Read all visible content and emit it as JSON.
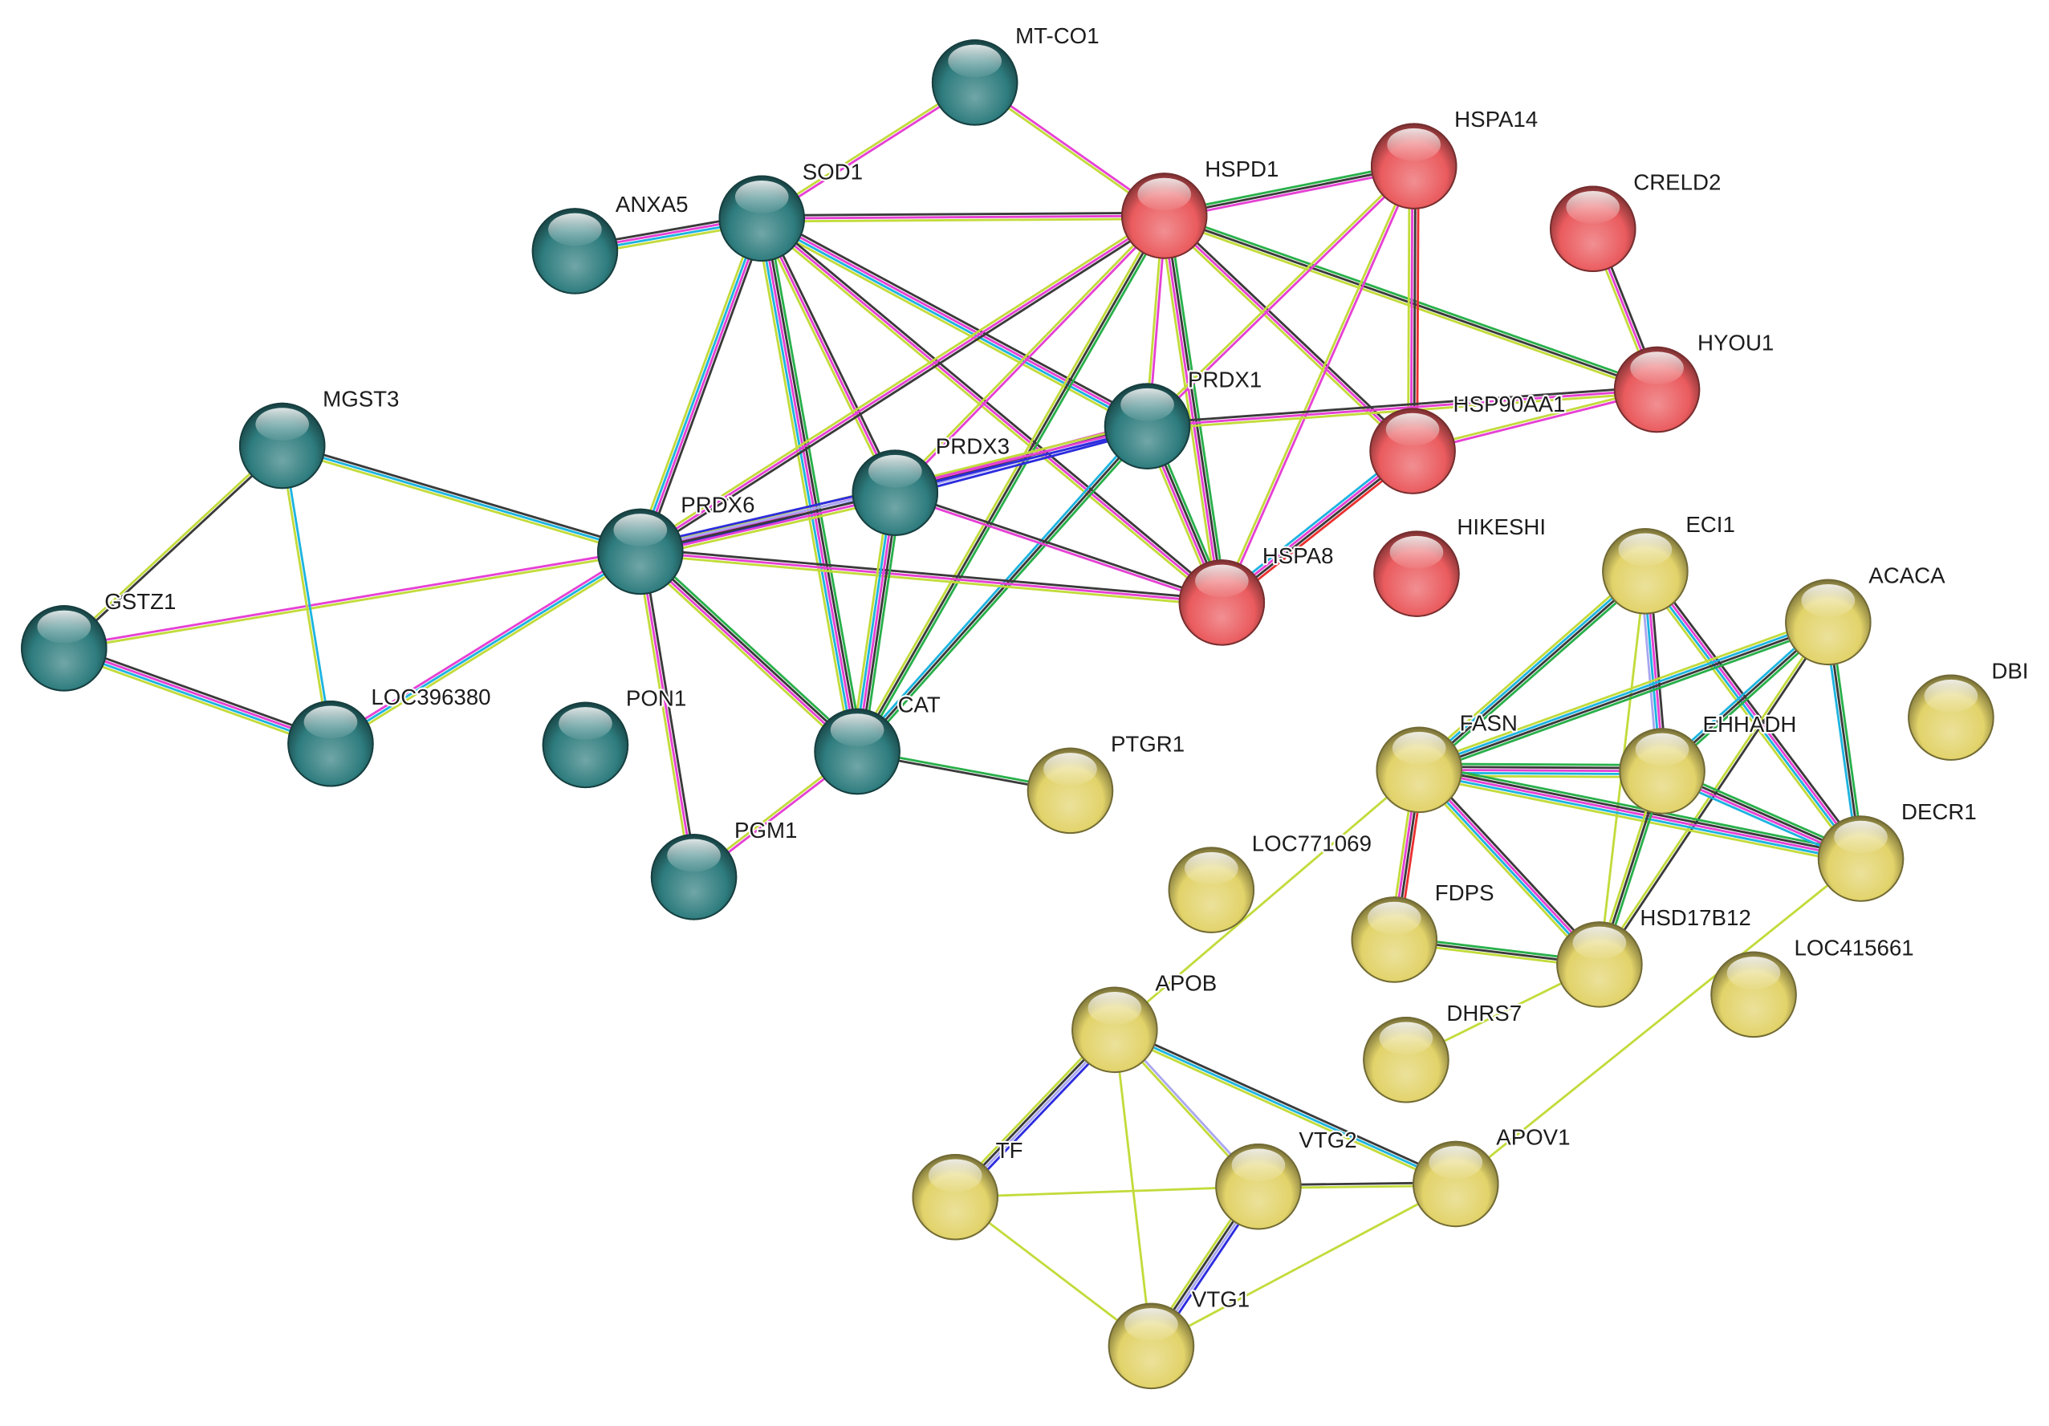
{
  "nodes": [
    {
      "label": "MT-CO1",
      "color": "#2e7c7e"
    },
    {
      "label": "SOD1",
      "color": "#2e7c7e"
    },
    {
      "label": "ANXA5",
      "color": "#2e7c7e"
    },
    {
      "label": "MGST3",
      "color": "#2e7c7e"
    },
    {
      "label": "PRDX6",
      "color": "#2e7c7e"
    },
    {
      "label": "PRDX3",
      "color": "#2e7c7e"
    },
    {
      "label": "PRDX1",
      "color": "#2e7c7e"
    },
    {
      "label": "GSTZ1",
      "color": "#2e7c7e"
    },
    {
      "label": "LOC396380",
      "color": "#2e7c7e"
    },
    {
      "label": "PON1",
      "color": "#2e7c7e"
    },
    {
      "label": "CAT",
      "color": "#2e7c7e"
    },
    {
      "label": "PGM1",
      "color": "#2e7c7e"
    },
    {
      "label": "HSPD1",
      "color": "#ea5b5e"
    },
    {
      "label": "HSPA14",
      "color": "#ea5b5e"
    },
    {
      "label": "CRELD2",
      "color": "#ea5b5e"
    },
    {
      "label": "HYOU1",
      "color": "#ea5b5e"
    },
    {
      "label": "HSP90AA1",
      "color": "#ea5b5e"
    },
    {
      "label": "HIKESHI",
      "color": "#ea5b5e"
    },
    {
      "label": "HSPA8",
      "color": "#ea5b5e"
    },
    {
      "label": "ECI1",
      "color": "#e2d36a"
    },
    {
      "label": "ACACA",
      "color": "#e2d36a"
    },
    {
      "label": "DBI",
      "color": "#e2d36a"
    },
    {
      "label": "FASN",
      "color": "#e2d36a"
    },
    {
      "label": "EHHADH",
      "color": "#e2d36a"
    },
    {
      "label": "DECR1",
      "color": "#e2d36a"
    },
    {
      "label": "LOC771069",
      "color": "#e2d36a"
    },
    {
      "label": "FDPS",
      "color": "#e2d36a"
    },
    {
      "label": "HSD17B12",
      "color": "#e2d36a"
    },
    {
      "label": "LOC415661",
      "color": "#e2d36a"
    },
    {
      "label": "APOB",
      "color": "#e2d36a"
    },
    {
      "label": "DHRS7",
      "color": "#e2d36a"
    },
    {
      "label": "TF",
      "color": "#e2d36a"
    },
    {
      "label": "VTG2",
      "color": "#e2d36a"
    },
    {
      "label": "APOV1",
      "color": "#e2d36a"
    },
    {
      "label": "PTGR1",
      "color": "#e2d36a"
    },
    {
      "label": "VTG1",
      "color": "#e2d36a"
    }
  ],
  "edges": [
    {
      "from": "MT-CO1",
      "to": "SOD1",
      "colors": [
        "#e640d4",
        "#c3db3b"
      ]
    },
    {
      "from": "MT-CO1",
      "to": "HSPD1",
      "colors": [
        "#e640d4",
        "#c3db3b"
      ]
    },
    {
      "from": "ANXA5",
      "to": "SOD1",
      "colors": [
        "#3a3a3a",
        "#e640d4",
        "#1db4e0",
        "#c3db3b"
      ]
    },
    {
      "from": "SOD1",
      "to": "HSPD1",
      "colors": [
        "#3a3a3a",
        "#e640d4",
        "#c3db3b"
      ]
    },
    {
      "from": "SOD1",
      "to": "PRDX6",
      "colors": [
        "#3a3a3a",
        "#e640d4",
        "#1db4e0",
        "#c3db3b"
      ]
    },
    {
      "from": "SOD1",
      "to": "PRDX3",
      "colors": [
        "#3a3a3a",
        "#e640d4",
        "#c3db3b"
      ]
    },
    {
      "from": "SOD1",
      "to": "CAT",
      "colors": [
        "#28b04a",
        "#3a3a3a",
        "#e640d4",
        "#1db4e0",
        "#c3db3b"
      ]
    },
    {
      "from": "SOD1",
      "to": "PRDX1",
      "colors": [
        "#3a3a3a",
        "#e640d4",
        "#1db4e0",
        "#c3db3b"
      ]
    },
    {
      "from": "SOD1",
      "to": "HSPA8",
      "colors": [
        "#3a3a3a",
        "#e640d4",
        "#c3db3b"
      ]
    },
    {
      "from": "HSPD1",
      "to": "HSPA14",
      "colors": [
        "#28b04a",
        "#3a3a3a",
        "#e640d4"
      ]
    },
    {
      "from": "HSPD1",
      "to": "HSP90AA1",
      "colors": [
        "#3a3a3a",
        "#e640d4",
        "#c3db3b"
      ]
    },
    {
      "from": "HSPD1",
      "to": "HYOU1",
      "colors": [
        "#28b04a",
        "#3a3a3a",
        "#c3db3b"
      ]
    },
    {
      "from": "HSPD1",
      "to": "PRDX1",
      "colors": [
        "#e640d4",
        "#c3db3b"
      ]
    },
    {
      "from": "HSPD1",
      "to": "HSPA8",
      "colors": [
        "#28b04a",
        "#3a3a3a",
        "#e640d4",
        "#c3db3b"
      ]
    },
    {
      "from": "HSPD1",
      "to": "PRDX6",
      "colors": [
        "#3a3a3a",
        "#e640d4",
        "#c3db3b"
      ]
    },
    {
      "from": "HSPD1",
      "to": "PRDX3",
      "colors": [
        "#e640d4",
        "#c3db3b"
      ]
    },
    {
      "from": "HSPD1",
      "to": "CAT",
      "colors": [
        "#28b04a",
        "#3a3a3a",
        "#c3db3b"
      ]
    },
    {
      "from": "HSPA14",
      "to": "HSP90AA1",
      "colors": [
        "#ea2f2f",
        "#3a3a3a",
        "#e640d4",
        "#c3db3b"
      ]
    },
    {
      "from": "HSPA14",
      "to": "PRDX1",
      "colors": [
        "#e640d4",
        "#c3db3b"
      ]
    },
    {
      "from": "HSPA14",
      "to": "HSPA8",
      "colors": [
        "#e640d4",
        "#c3db3b"
      ]
    },
    {
      "from": "CRELD2",
      "to": "HYOU1",
      "colors": [
        "#3a3a3a",
        "#e640d4",
        "#c3db3b"
      ]
    },
    {
      "from": "HYOU1",
      "to": "HSP90AA1",
      "colors": [
        "#e640d4",
        "#c3db3b"
      ]
    },
    {
      "from": "PRDX1",
      "to": "HYOU1",
      "colors": [
        "#3a3a3a",
        "#e640d4",
        "#c3db3b"
      ]
    },
    {
      "from": "HSP90AA1",
      "to": "HSPA8",
      "colors": [
        "#ea2f2f",
        "#3a3a3a",
        "#e640d4",
        "#1db4e0"
      ]
    },
    {
      "from": "PRDX1",
      "to": "PRDX3",
      "colors": [
        "#2c2cde",
        "#a9a7ef",
        "#3a3a3a",
        "#e640d4"
      ]
    },
    {
      "from": "PRDX1",
      "to": "PRDX6",
      "colors": [
        "#2c2cde",
        "#e640d4",
        "#c3db3b"
      ]
    },
    {
      "from": "PRDX1",
      "to": "CAT",
      "colors": [
        "#28b04a",
        "#3a3a3a",
        "#1db4e0"
      ]
    },
    {
      "from": "PRDX1",
      "to": "HSPA8",
      "colors": [
        "#28b04a",
        "#3a3a3a",
        "#e640d4",
        "#c3db3b"
      ]
    },
    {
      "from": "MGST3",
      "to": "PRDX6",
      "colors": [
        "#3a3a3a",
        "#1db4e0",
        "#c3db3b"
      ]
    },
    {
      "from": "GSTZ1",
      "to": "PRDX6",
      "colors": [
        "#e640d4",
        "#c3db3b"
      ]
    },
    {
      "from": "LOC396380",
      "to": "PRDX6",
      "colors": [
        "#e640d4",
        "#1db4e0",
        "#c3db3b"
      ]
    },
    {
      "from": "PRDX6",
      "to": "PRDX3",
      "colors": [
        "#2c2cde",
        "#a9a7ef",
        "#3a3a3a",
        "#e640d4",
        "#c3db3b"
      ]
    },
    {
      "from": "PRDX6",
      "to": "CAT",
      "colors": [
        "#28b04a",
        "#3a3a3a",
        "#e640d4",
        "#c3db3b"
      ]
    },
    {
      "from": "PRDX6",
      "to": "PGM1",
      "colors": [
        "#3a3a3a",
        "#e640d4",
        "#c3db3b"
      ]
    },
    {
      "from": "PRDX6",
      "to": "HSPA8",
      "colors": [
        "#3a3a3a",
        "#e640d4",
        "#c3db3b"
      ]
    },
    {
      "from": "PRDX3",
      "to": "CAT",
      "colors": [
        "#28b04a",
        "#3a3a3a",
        "#e640d4",
        "#1db4e0",
        "#c3db3b"
      ]
    },
    {
      "from": "PRDX3",
      "to": "HSPA8",
      "colors": [
        "#3a3a3a",
        "#e640d4"
      ]
    },
    {
      "from": "CAT",
      "to": "PGM1",
      "colors": [
        "#e640d4",
        "#c3db3b"
      ]
    },
    {
      "from": "CAT",
      "to": "PTGR1",
      "colors": [
        "#28b04a",
        "#3a3a3a"
      ]
    },
    {
      "from": "MGST3",
      "to": "GSTZ1",
      "colors": [
        "#3a3a3a",
        "#c3db3b"
      ]
    },
    {
      "from": "MGST3",
      "to": "LOC396380",
      "colors": [
        "#1db4e0",
        "#c3db3b"
      ]
    },
    {
      "from": "GSTZ1",
      "to": "LOC396380",
      "colors": [
        "#3a3a3a",
        "#e640d4",
        "#1db4e0",
        "#c3db3b"
      ]
    },
    {
      "from": "ECI1",
      "to": "FASN",
      "colors": [
        "#28b04a",
        "#3a3a3a",
        "#1db4e0",
        "#c3db3b"
      ]
    },
    {
      "from": "ECI1",
      "to": "EHHADH",
      "colors": [
        "#3a3a3a",
        "#e640d4",
        "#1db4e0",
        "#a9a7ef"
      ]
    },
    {
      "from": "ECI1",
      "to": "DECR1",
      "colors": [
        "#3a3a3a",
        "#e640d4",
        "#1db4e0",
        "#c3db3b"
      ]
    },
    {
      "from": "ECI1",
      "to": "HSD17B12",
      "colors": [
        "#c3db3b"
      ]
    },
    {
      "from": "ACACA",
      "to": "FASN",
      "colors": [
        "#28b04a",
        "#3a3a3a",
        "#1db4e0",
        "#c3db3b"
      ]
    },
    {
      "from": "ACACA",
      "to": "EHHADH",
      "colors": [
        "#28b04a",
        "#3a3a3a",
        "#1db4e0"
      ]
    },
    {
      "from": "ACACA",
      "to": "DECR1",
      "colors": [
        "#28b04a",
        "#3a3a3a",
        "#1db4e0"
      ]
    },
    {
      "from": "ACACA",
      "to": "HSD17B12",
      "colors": [
        "#3a3a3a",
        "#c3db3b"
      ]
    },
    {
      "from": "FASN",
      "to": "EHHADH",
      "colors": [
        "#28b04a",
        "#3a3a3a",
        "#e640d4",
        "#1db4e0",
        "#c3db3b"
      ]
    },
    {
      "from": "FASN",
      "to": "DECR1",
      "colors": [
        "#28b04a",
        "#3a3a3a",
        "#e640d4",
        "#1db4e0",
        "#c3db3b"
      ]
    },
    {
      "from": "FASN",
      "to": "HSD17B12",
      "colors": [
        "#3a3a3a",
        "#e640d4",
        "#1db4e0",
        "#c3db3b"
      ]
    },
    {
      "from": "FASN",
      "to": "FDPS",
      "colors": [
        "#ea2f2f",
        "#3a3a3a",
        "#e640d4",
        "#c3db3b"
      ]
    },
    {
      "from": "FASN",
      "to": "APOB",
      "colors": [
        "#c3db3b"
      ]
    },
    {
      "from": "EHHADH",
      "to": "DECR1",
      "colors": [
        "#28b04a",
        "#3a3a3a",
        "#e640d4",
        "#1db4e0"
      ]
    },
    {
      "from": "EHHADH",
      "to": "HSD17B12",
      "colors": [
        "#28b04a",
        "#3a3a3a",
        "#c3db3b"
      ]
    },
    {
      "from": "FDPS",
      "to": "HSD17B12",
      "colors": [
        "#28b04a",
        "#3a3a3a",
        "#c3db3b"
      ]
    },
    {
      "from": "HSD17B12",
      "to": "DHRS7",
      "colors": [
        "#c3db3b"
      ]
    },
    {
      "from": "DECR1",
      "to": "APOV1",
      "colors": [
        "#c3db3b"
      ]
    },
    {
      "from": "APOB",
      "to": "TF",
      "colors": [
        "#2c2cde",
        "#a9a7ef",
        "#3a3a3a",
        "#c3db3b"
      ]
    },
    {
      "from": "APOB",
      "to": "VTG2",
      "colors": [
        "#a9a7ef",
        "#c3db3b"
      ]
    },
    {
      "from": "APOB",
      "to": "APOV1",
      "colors": [
        "#3a3a3a",
        "#1db4e0",
        "#c3db3b"
      ]
    },
    {
      "from": "APOB",
      "to": "VTG1",
      "colors": [
        "#c3db3b"
      ]
    },
    {
      "from": "TF",
      "to": "VTG2",
      "colors": [
        "#c3db3b"
      ]
    },
    {
      "from": "TF",
      "to": "VTG1",
      "colors": [
        "#c3db3b"
      ]
    },
    {
      "from": "VTG2",
      "to": "VTG1",
      "colors": [
        "#2c2cde",
        "#a9a7ef",
        "#3a3a3a",
        "#c3db3b"
      ]
    },
    {
      "from": "VTG2",
      "to": "APOV1",
      "colors": [
        "#3a3a3a",
        "#c3db3b"
      ]
    },
    {
      "from": "VTG1",
      "to": "APOV1",
      "colors": [
        "#c3db3b"
      ]
    }
  ]
}
